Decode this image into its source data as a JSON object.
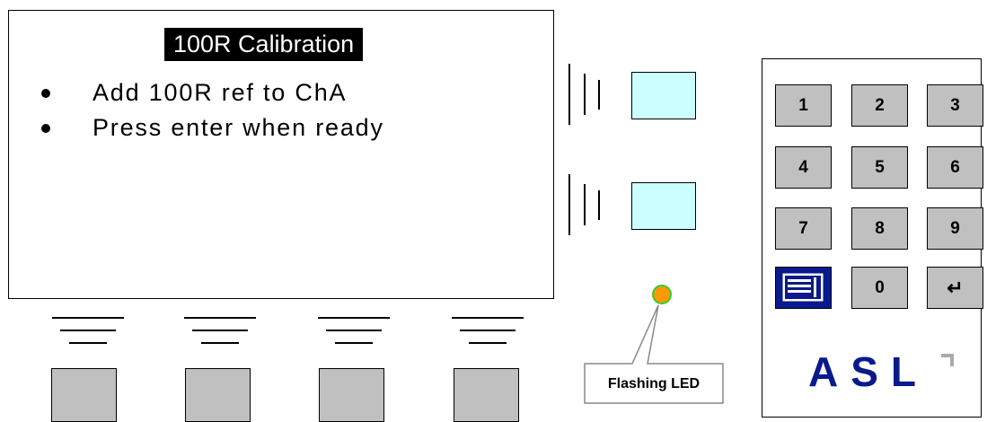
{
  "screen": {
    "title": "100R Calibration",
    "lines": [
      "Add 100R ref to ChA",
      "Press enter when ready"
    ]
  },
  "keypad": {
    "keys": [
      "1",
      "2",
      "3",
      "4",
      "5",
      "6",
      "7",
      "8",
      "9",
      "0",
      "↵"
    ],
    "menu_icon": "menu-list-icon",
    "enter_icon": "enter-icon"
  },
  "led": {
    "label": "Flashing LED",
    "color": "#ff9900",
    "ring": "#33cc33"
  },
  "logo": {
    "text": "ASL",
    "color": "#0a1a8c"
  },
  "colors": {
    "side_key": "#ccffff",
    "key": "#c0c0c0",
    "screen_title_bg": "#000000"
  }
}
